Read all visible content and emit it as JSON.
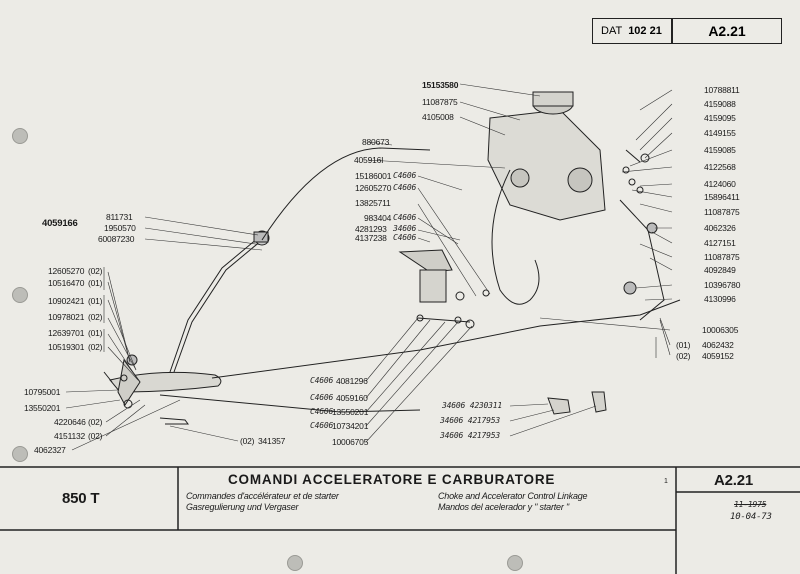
{
  "header": {
    "dat_label": "DAT",
    "dat_number": "102 21",
    "code": "A2.21"
  },
  "footer": {
    "model": "850 T",
    "title": "COMANDI ACCELERATORE E CARBURATORE",
    "fr": "Commandes d'accélérateur et de starter",
    "de": "Gasregulierung und Vergaser",
    "en": "Choke and Accelerator Control Linkage",
    "es": "Mandos del acelerador y \" starter \"",
    "code": "A2.21",
    "mark": "1",
    "handwritten_strike": "11-1975",
    "handwritten_date": "10-04-73"
  },
  "parts": {
    "top_right": [
      "10788811",
      "4159088",
      "4159095",
      "4149155",
      "4159085",
      "4122568",
      "4124060",
      "15896411",
      "11087875",
      "4062326",
      "4127151",
      "11087875",
      "4092849",
      "10396780",
      "4130996"
    ],
    "carb": [
      "15153580",
      "11087875",
      "4105008"
    ],
    "mid": [
      "880673",
      "405916I"
    ],
    "mid_list": [
      "15186001",
      "12605270",
      "13825711",
      "983404",
      "4281293",
      "4137238"
    ],
    "mid_hw": [
      "C4606",
      "C4606",
      "C4606",
      "34606",
      "C4606"
    ],
    "left_group_label": "4059166",
    "left_group": [
      "811731",
      "1950570",
      "60087230"
    ],
    "left_list": [
      {
        "no": "12605270",
        "q": "(02)"
      },
      {
        "no": "10516470",
        "q": "(01)"
      },
      {
        "no": "10902421",
        "q": "(01)"
      },
      {
        "no": "10978021",
        "q": "(02)"
      },
      {
        "no": "12639701",
        "q": "(01)"
      },
      {
        "no": "10519301",
        "q": "(02)"
      }
    ],
    "bottom_left": [
      "10795001",
      "13550201",
      "4220646",
      "4151132",
      "4062327"
    ],
    "bottom_left_q": [
      "(02)",
      "(02)"
    ],
    "bottom_341357": {
      "q": "(02)",
      "no": "341357"
    },
    "bottom_mid": [
      "4081296",
      "4059160",
      "13550201",
      "10734201",
      "10006705"
    ],
    "bottom_mid_hw": [
      "C4606",
      "C4606",
      "C4606",
      "C4606"
    ],
    "right_lower": [
      "10006305",
      "4062432",
      "4059152"
    ],
    "right_lower_q": [
      "(01)",
      "(02)"
    ],
    "bottom_hw": [
      "34606 4230311",
      "34606 4217953",
      "34606 4217953"
    ]
  }
}
